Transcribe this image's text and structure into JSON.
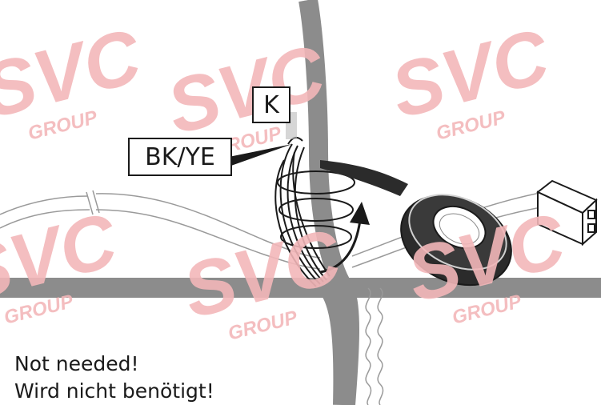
{
  "labels": {
    "connector": "K",
    "wire_color": "BK/YE"
  },
  "note": {
    "en": "Not needed!",
    "de": "Wird nicht benötigt!"
  },
  "watermark": {
    "brand": "SVC",
    "sub": "GROUP",
    "color": "#f3b7b9"
  },
  "colors": {
    "harness": "#8c8c8c",
    "outline": "#1a1a1a",
    "tape": "#2b2b2b"
  },
  "icons": [
    "tape-roll-icon",
    "connector-plug-icon",
    "arrow-icon"
  ]
}
